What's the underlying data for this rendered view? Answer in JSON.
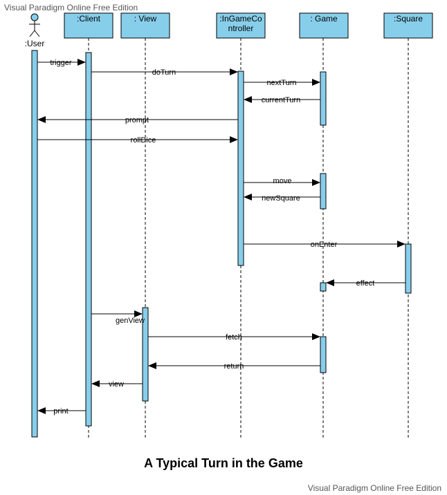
{
  "watermark_top": "Visual Paradigm Online Free Edition",
  "watermark_bottom": "Visual Paradigm Online Free Edition",
  "caption": "A Typical Turn in the Game",
  "actor": {
    "label": ":User"
  },
  "lifelines": [
    {
      "id": "client",
      "label": ":Client"
    },
    {
      "id": "view",
      "label": ": View"
    },
    {
      "id": "controller",
      "label_line1": ":InGameCo",
      "label_line2": "ntroller"
    },
    {
      "id": "game",
      "label": ": Game"
    },
    {
      "id": "square",
      "label": ":Square"
    }
  ],
  "messages": [
    {
      "id": "trigger",
      "label": "trigger"
    },
    {
      "id": "doTurn",
      "label": "doTurn"
    },
    {
      "id": "nextTurn",
      "label": "nextTurn"
    },
    {
      "id": "currentTurn",
      "label": "currentTurn"
    },
    {
      "id": "prompt",
      "label": "prompt"
    },
    {
      "id": "rollDice",
      "label": "rollDice"
    },
    {
      "id": "move",
      "label": "move"
    },
    {
      "id": "newSquare",
      "label": "newSquare"
    },
    {
      "id": "onEnter",
      "label": "onEnter"
    },
    {
      "id": "effect",
      "label": "effect"
    },
    {
      "id": "genView",
      "label": "genView"
    },
    {
      "id": "fetch",
      "label": "fetch"
    },
    {
      "id": "return",
      "label": "return"
    },
    {
      "id": "view",
      "label": "view"
    },
    {
      "id": "print",
      "label": "print"
    }
  ],
  "colors": {
    "box_fill": "#87CEEB",
    "stroke": "#000000"
  }
}
